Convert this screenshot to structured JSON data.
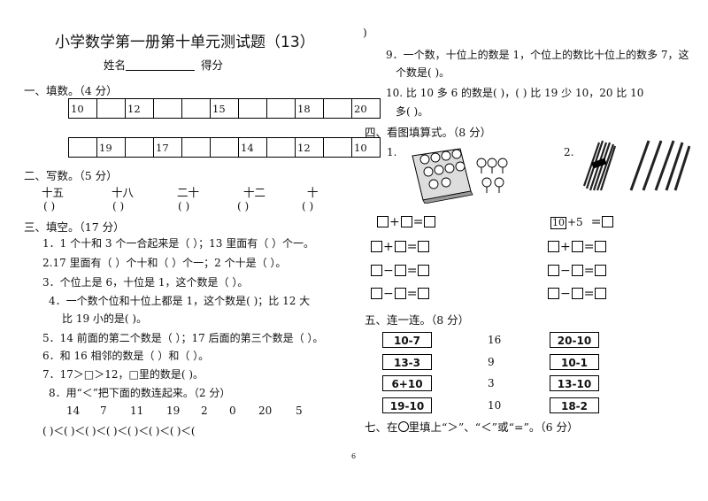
{
  "title": "小学数学第一册第十单元测试题（13）",
  "name_label": "姓名",
  "score_label": "得分",
  "stray_paren": ")",
  "page_number": "6",
  "sec1": {
    "heading": "一、填数。（4 分）",
    "row1": [
      "10",
      "",
      "12",
      "",
      "",
      "15",
      "",
      "",
      "18",
      "",
      "20"
    ],
    "row2": [
      "",
      "19",
      "",
      "17",
      "",
      "",
      "14",
      "",
      "12",
      "",
      "10"
    ]
  },
  "sec2": {
    "heading": "二、写数。（5 分）",
    "words": [
      "十五",
      "十八",
      "二十",
      "十二",
      "十"
    ],
    "blank": "(      )"
  },
  "sec3": {
    "heading": "三、填空。（17 分）",
    "q1": "1．1 个十和 3 个一合起来是（ ）；13 里面有（     ）个一。",
    "q2": "2.17 里面有（   ）个十和（   ）个一；2 个十是（   ）。",
    "q3": "3．个位上是 6，十位是 1，这个数是（   ）。",
    "q4a": "4．一个数个位和十位上都是 1，这个数是(        )；比 12 大",
    "q4b": "比 19 小的是(                    )。",
    "q5": "5．14 前面的第二个数是（   ）；17 后面的第三个数是（   ）。",
    "q6": "6．和 16 相邻的数是（     ）和（     ）。",
    "q7": "7．17＞□＞12，□里的数是(                   )。",
    "q8": "8．用“＜”把下面的数连起来。（2 分）",
    "q8nums": [
      "14",
      "7",
      "11",
      "19",
      "2",
      "0",
      "20",
      "5"
    ],
    "q8line": "(     )＜(     )＜(     )＜(     )＜(     )＜(     )＜(     )＜(",
    "q9a": "9．一个数，十位上的数是 1，个位上的数比十位上的数多 7，这",
    "q9b": "个数是(           )。",
    "q10a": "10. 比 10 多 6 的数是(         )，(         ) 比 19 少 10，20 比 10",
    "q10b": "多(         )。"
  },
  "sec4": {
    "heading": "四、看图填算式。（8 分）",
    "label1": "1.",
    "label2": "2.",
    "boxed_ten": "10",
    "plus_five": "+5"
  },
  "sec5": {
    "heading": "五、连一连。（8 分）",
    "left": [
      "10-7",
      "13-3",
      "6+10",
      "19-10"
    ],
    "middle": [
      "16",
      "9",
      "3",
      "10"
    ],
    "right": [
      "20-10",
      "10-1",
      "13-10",
      "18-2"
    ]
  },
  "sec7": {
    "heading_pre": "七、在",
    "heading_post": "里填上“＞”、“＜”或“=”。（6 分）"
  }
}
